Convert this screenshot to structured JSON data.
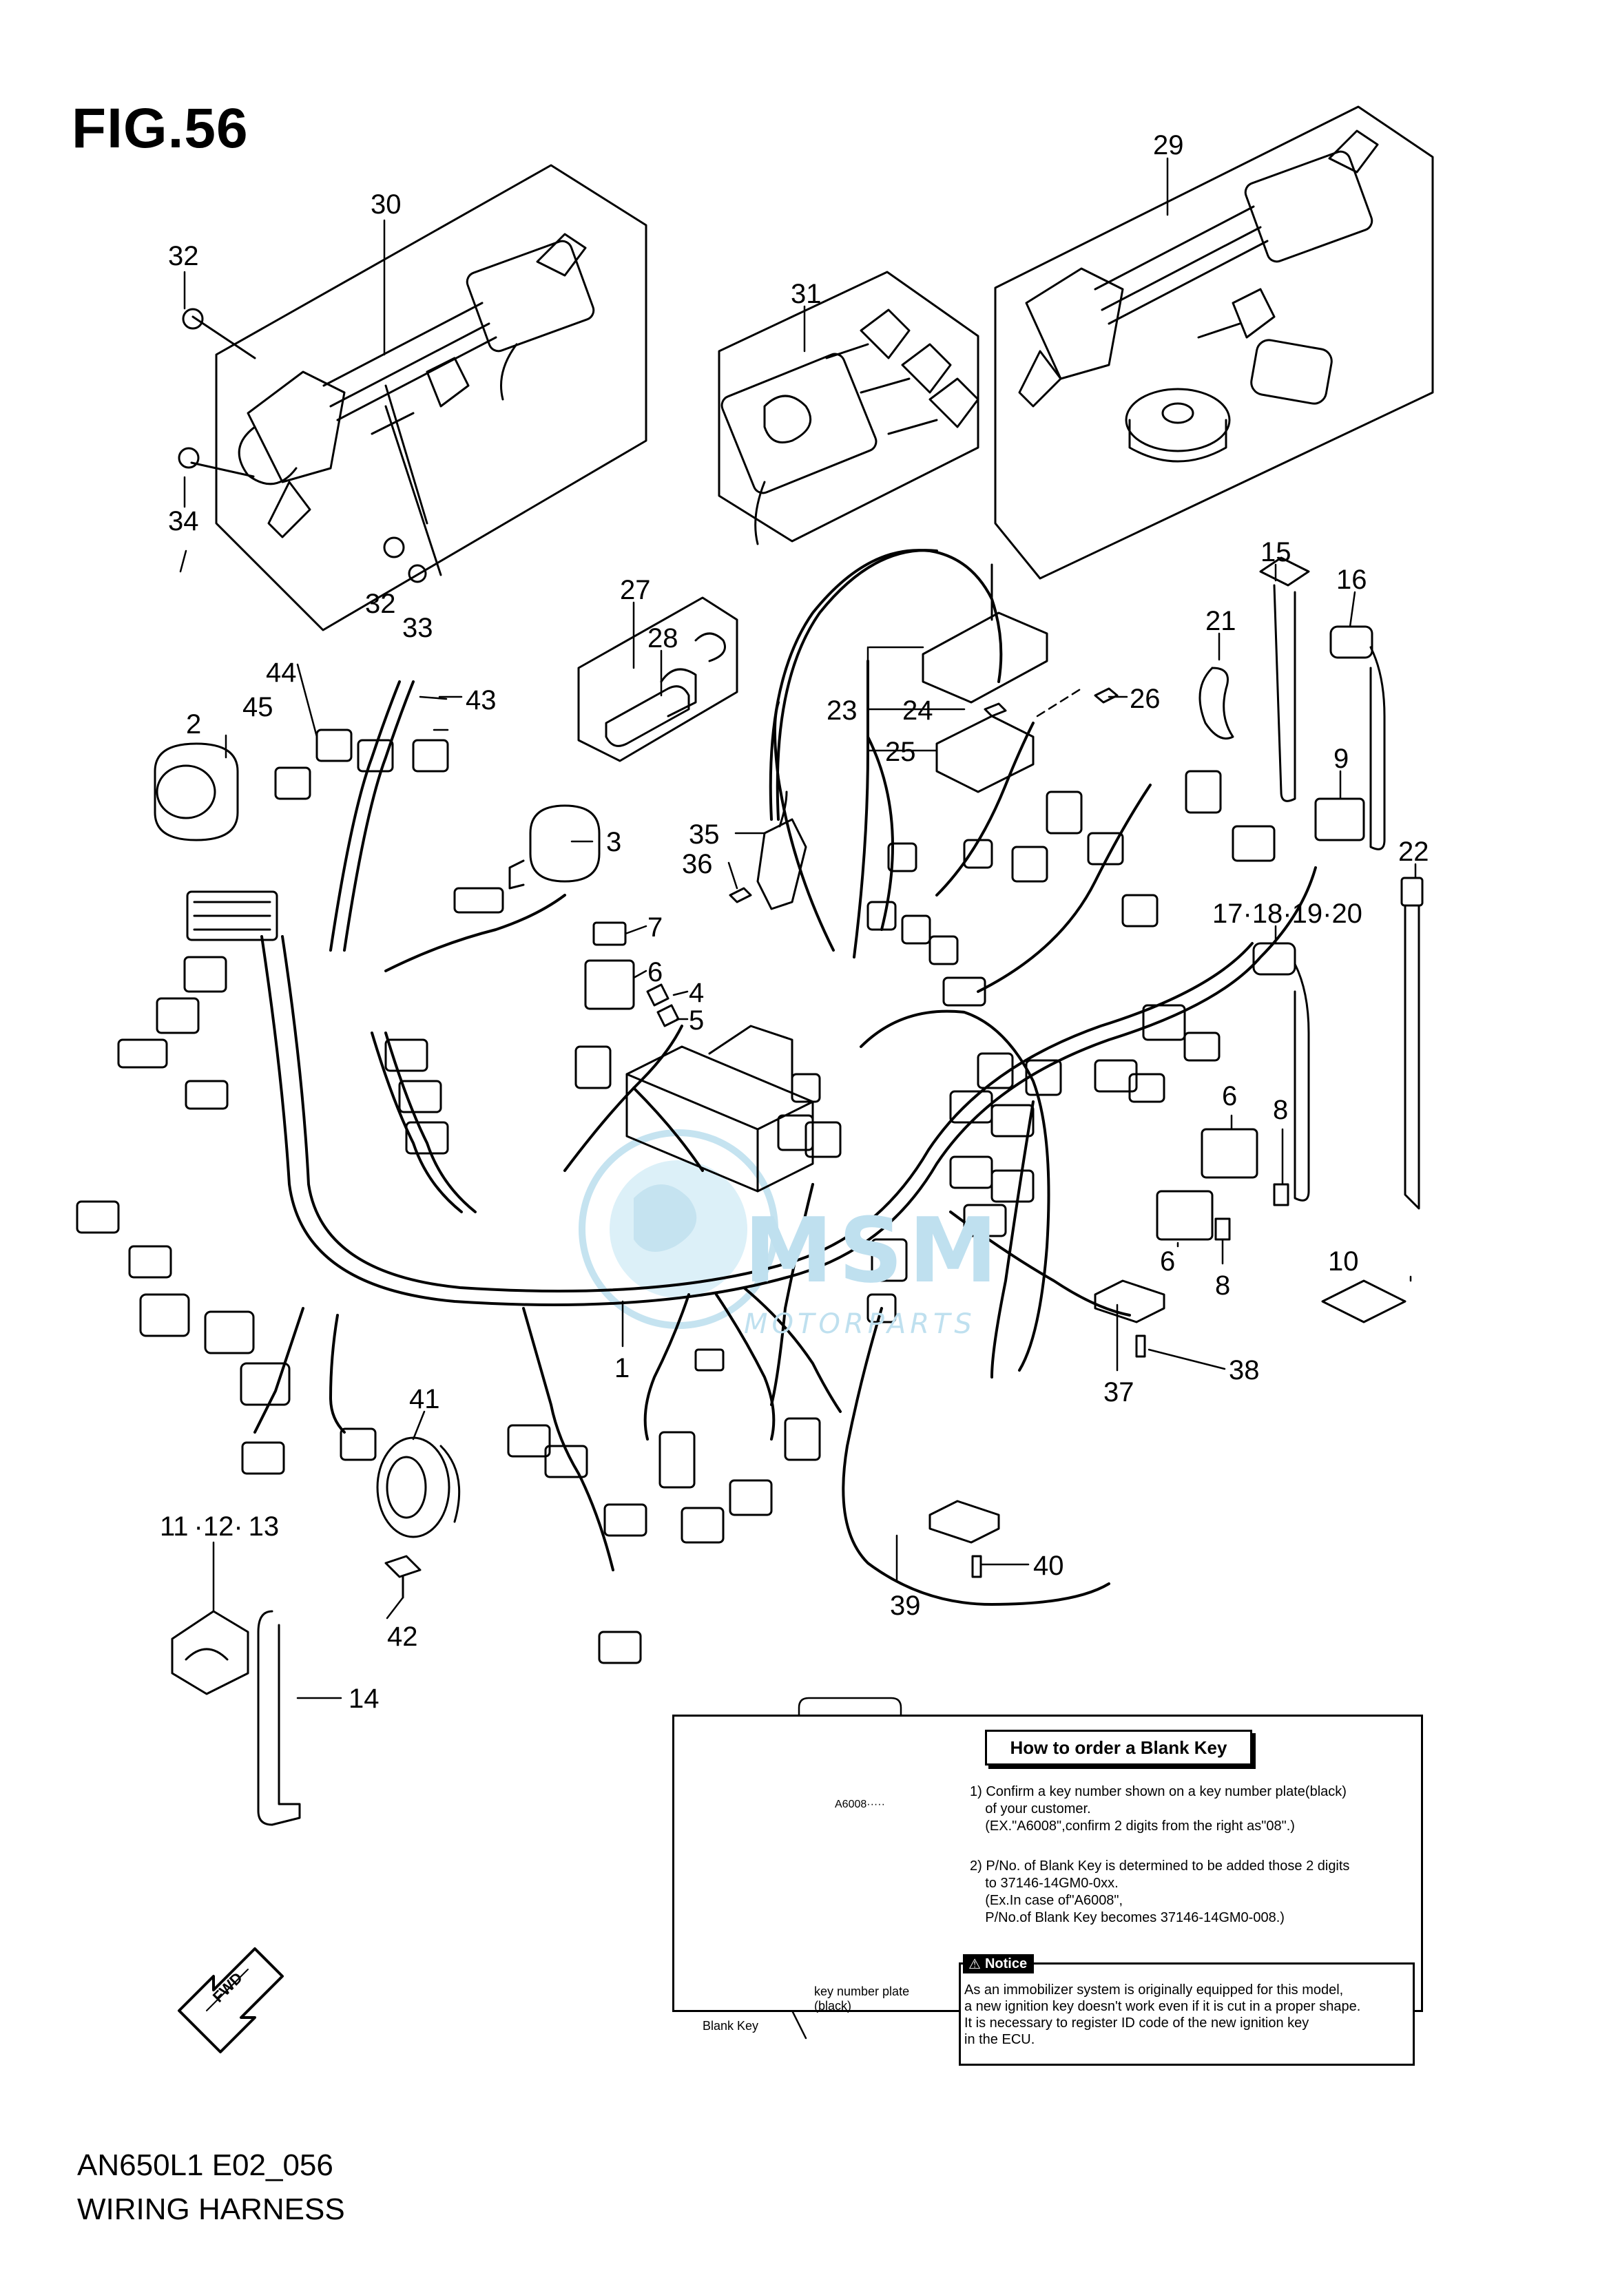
{
  "header": {
    "figure_title": "FIG.56"
  },
  "footer": {
    "model_code": "AN650L1 E02_056",
    "part_group": "WIRING HARNESS"
  },
  "callouts": {
    "n1": "1",
    "n2": "2",
    "n3": "3",
    "n4": "4",
    "n5": "5",
    "n6a": "6",
    "n6b": "6",
    "n6c": "6",
    "n7": "7",
    "n8a": "8",
    "n8b": "8",
    "n9": "9",
    "n10": "10",
    "n11_13": "11 ·12· 13",
    "n14": "14",
    "n15": "15",
    "n16": "16",
    "n17_20": "17·18·19·20",
    "n21": "21",
    "n22": "22",
    "n23": "23",
    "n24": "24",
    "n25": "25",
    "n26": "26",
    "n27": "27",
    "n28": "28",
    "n29": "29",
    "n30": "30",
    "n31": "31",
    "n32a": "32",
    "n32b": "32",
    "n33": "33",
    "n34": "34",
    "n35": "35",
    "n36": "36",
    "n37": "37",
    "n38": "38",
    "n39": "39",
    "n40": "40",
    "n41": "41",
    "n42": "42",
    "n43": "43",
    "n44": "44",
    "n45": "45"
  },
  "direction_marker": {
    "label": "FWD"
  },
  "watermark": {
    "brand": "MSM",
    "sub": "MOTORPARTS"
  },
  "blank_key_box": {
    "title": "How to order a Blank Key",
    "plate_text": "A6008·····",
    "step1": "1) Confirm a key number shown on a key number plate(black)\n    of your customer.\n    (EX.\"A6008\",confirm 2 digits from the right as\"08\".)",
    "step2": "2) P/No. of Blank Key is determined to be added those 2 digits\n    to 37146-14GM0-0xx.\n    (Ex.In case of\"A6008\",\n    P/No.of Blank Key becomes 37146-14GM0-008.)",
    "notice_label": "Notice",
    "notice_text": "As an immobilizer system is originally equipped for this model,\na new ignition key doesn't work even if it is cut in a proper shape.\nIt is necessary to register ID code of the new ignition key\nin the ECU.",
    "label_plate": "key number plate\n(black)",
    "label_blank_key": "Blank Key"
  }
}
